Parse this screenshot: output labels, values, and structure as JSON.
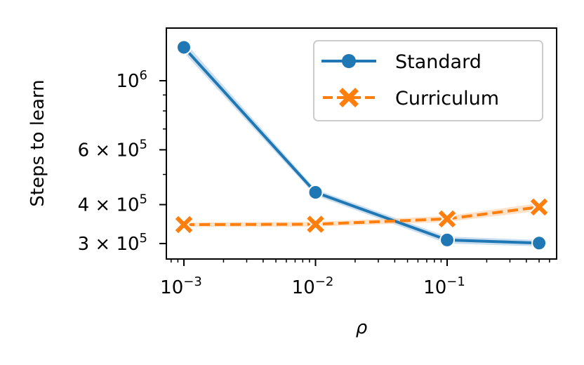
{
  "chart_data": {
    "type": "line",
    "title": "",
    "xlabel": "ρ",
    "ylabel": "Steps to learn",
    "xscale": "log",
    "yscale": "log",
    "x": [
      0.001,
      0.01,
      0.1,
      0.5
    ],
    "xlim": [
      0.00074,
      0.7
    ],
    "ylim": [
      267000,
      1480000
    ],
    "x_ticks": [
      {
        "value": 0.001,
        "base": "10",
        "exp": "−3"
      },
      {
        "value": 0.01,
        "base": "10",
        "exp": "−2"
      },
      {
        "value": 0.1,
        "base": "10",
        "exp": "−1"
      }
    ],
    "y_ticks": [
      {
        "value": 1000000,
        "mantissa": "",
        "base": "10",
        "exp": "6"
      },
      {
        "value": 600000,
        "mantissa": "6 × ",
        "base": "10",
        "exp": "5"
      },
      {
        "value": 400000,
        "mantissa": "4 × ",
        "base": "10",
        "exp": "5"
      },
      {
        "value": 300000,
        "mantissa": "3 × ",
        "base": "10",
        "exp": "5"
      }
    ],
    "series": [
      {
        "name": "Standard",
        "color": "#1f77b4",
        "band_color": "#a6c8e4",
        "marker": "circle",
        "linestyle": "solid",
        "values": [
          1280000,
          438000,
          308000,
          301000
        ],
        "ci_low": [
          1230000,
          428000,
          300000,
          294000
        ],
        "ci_high": [
          1340000,
          448000,
          316000,
          308000
        ]
      },
      {
        "name": "Curriculum",
        "color": "#ff7f0e",
        "band_color": "#ffcfa6",
        "marker": "x",
        "linestyle": "dashed",
        "values": [
          345000,
          346000,
          360000,
          393000
        ],
        "ci_low": [
          339000,
          340000,
          352000,
          382000
        ],
        "ci_high": [
          351000,
          352000,
          368000,
          404000
        ]
      }
    ],
    "legend": {
      "position": "upper right",
      "entries": [
        "Standard",
        "Curriculum"
      ]
    },
    "grid": false
  }
}
